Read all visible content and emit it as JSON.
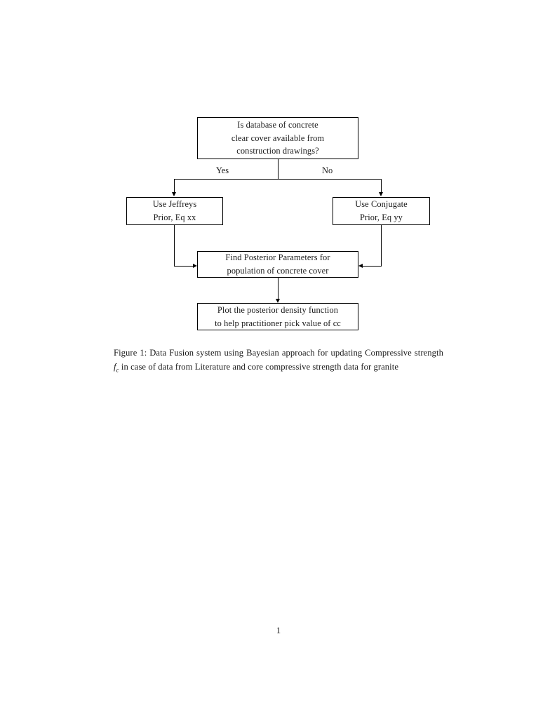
{
  "document": {
    "page_number": "1",
    "background_color": "#ffffff",
    "ink_color": "#000000"
  },
  "figure": {
    "nodes": {
      "decision": {
        "name": "decision-box",
        "lines": [
          "Is database of concrete",
          "clear cover available from",
          "construction drawings?"
        ]
      },
      "jeffreys": {
        "name": "jeffreys-prior-box",
        "lines": [
          "Use Jeffreys",
          "Prior, Eq xx"
        ]
      },
      "conjugate": {
        "name": "conjugate-prior-box",
        "lines": [
          "Use Conjugate",
          "Prior, Eq yy"
        ]
      },
      "posterior": {
        "name": "find-posterior-box",
        "lines": [
          "Find Posterior Parameters for",
          "population of concrete cover"
        ]
      },
      "plot": {
        "name": "plot-posterior-box",
        "lines": [
          "Plot the posterior density function",
          "to help practitioner pick value of cc"
        ]
      }
    },
    "branch_labels": {
      "yes": "Yes",
      "no": "No"
    }
  },
  "caption": {
    "label": "Figure 1:",
    "text_before_math": " Data Fusion system using Bayesian approach for updating Compressive strength ",
    "math_symbol": "f",
    "math_subscript": "c",
    "text_after_math": " in case of data from Literature and core compressive strength data for granite",
    "full_text": "Figure 1: Data Fusion system using Bayesian approach for updating Compressive strength fc in case of data from Literature and core compressive strength data for granite"
  }
}
